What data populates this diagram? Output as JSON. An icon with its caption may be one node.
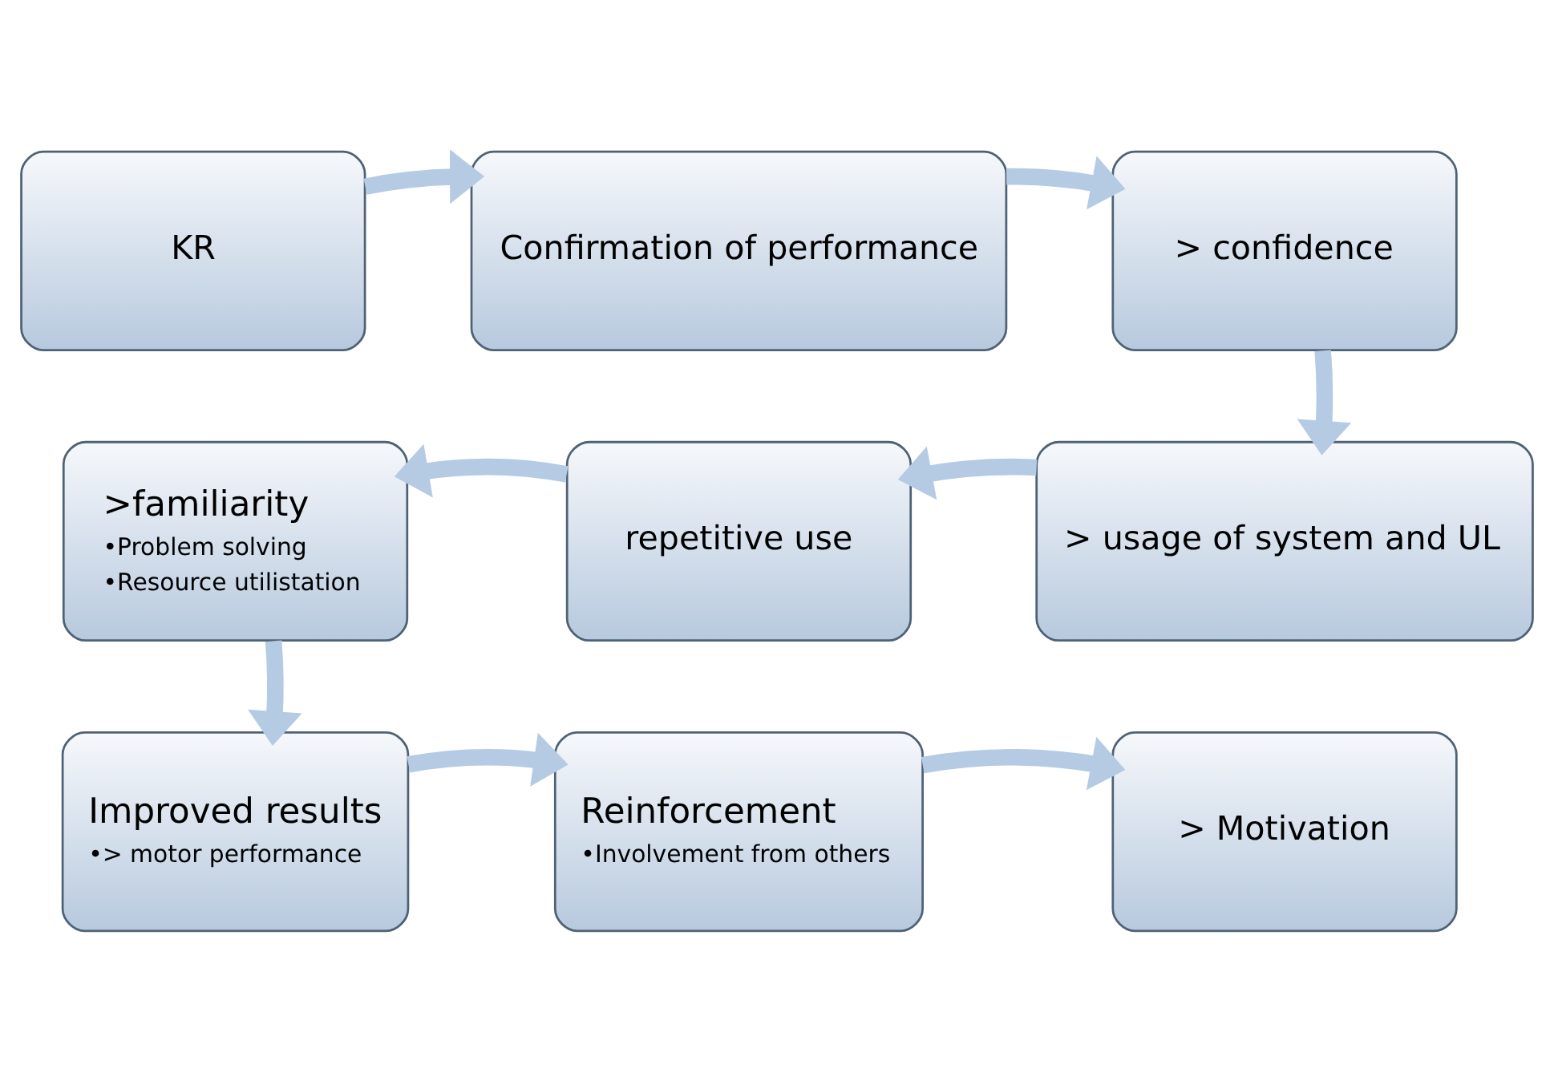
{
  "diagram": {
    "nodes": [
      {
        "text": [
          "KR"
        ]
      },
      {
        "text": [
          "Confirmation of performance"
        ]
      },
      {
        "text": [
          "> confidence"
        ]
      },
      {
        "text": [
          "> usage of system and UL"
        ]
      },
      {
        "text": [
          "repetitive use"
        ]
      },
      {
        "text": [
          ">familiarity",
          "•Problem solving",
          "•Resource utilistation"
        ]
      },
      {
        "text": [
          "Improved results",
          "•> motor performance"
        ]
      },
      {
        "text": [
          "Reinforcement",
          "•Involvement from others"
        ]
      },
      {
        "text": [
          "> Motivation"
        ]
      }
    ],
    "edges": [
      {
        "from": 0,
        "to": 1,
        "arrow": "to"
      },
      {
        "from": 1,
        "to": 2,
        "arrow": "to"
      },
      {
        "from": 2,
        "to": 3,
        "arrow": "to"
      },
      {
        "from": 3,
        "to": 4,
        "arrow": "to"
      },
      {
        "from": 4,
        "to": 5,
        "arrow": "to"
      },
      {
        "from": 5,
        "to": 6,
        "arrow": "to"
      },
      {
        "from": 6,
        "to": 7,
        "arrow": "to"
      },
      {
        "from": 7,
        "to": 8,
        "arrow": "to"
      }
    ]
  }
}
